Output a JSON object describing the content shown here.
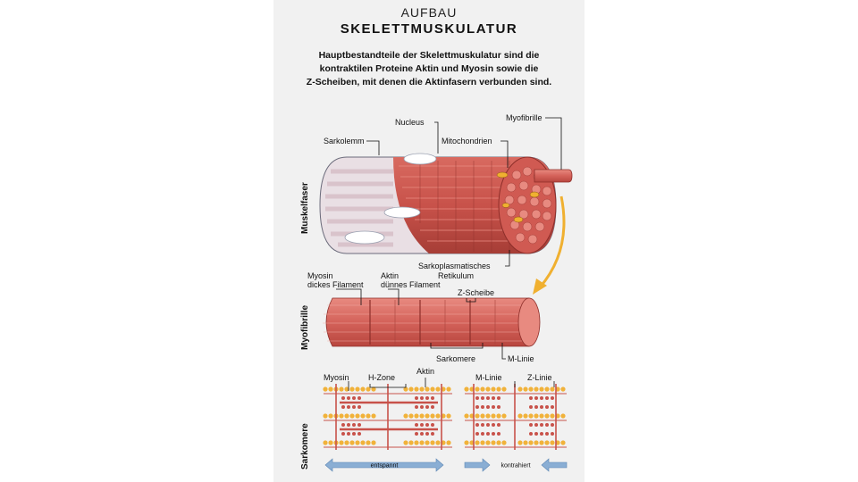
{
  "header": {
    "subtitle": "AUFBAU",
    "title": "SKELETTMUSKULATUR",
    "intro_lines": [
      "Hauptbestandteile der Skelettmuskulatur sind die",
      "kontraktilen Proteine Aktin und Myosin sowie die",
      "Z-Scheiben, mit denen die Aktinfasern verbunden sind."
    ]
  },
  "sections": {
    "muskelfaser": "Muskelfaser",
    "myofibrille": "Myofibrille",
    "sarkomere": "Sarkomere"
  },
  "labels": {
    "sarkolemm": "Sarkolemm",
    "nucleus": "Nucleus",
    "mitochondrien": "Mitochondrien",
    "myofibrille": "Myofibrille",
    "retikulum_1": "Sarkoplasmatisches",
    "retikulum_2": "Retikulum",
    "myosin_1": "Myosin",
    "myosin_2": "dickes Filament",
    "aktin_1": "Aktin",
    "aktin_2": "dünnes Filament",
    "z_scheibe": "Z-Scheibe",
    "sarkomere": "Sarkomere",
    "m_linie": "M-Linie",
    "s_myosin": "Myosin",
    "s_hzone": "H-Zone",
    "s_aktin": "Aktin",
    "s_mlinie": "M-Linie",
    "s_zlinie": "Z-Linie",
    "entspannt": "entspannt",
    "kontrahiert": "kontrahiert"
  },
  "colors": {
    "muscle_red": "#c8524a",
    "muscle_light": "#e8a09a",
    "membrane": "#e9dfe4",
    "arrow_yellow": "#f0b030",
    "actin_orange": "#f1b23a",
    "arrow_blue": "#8aaed4",
    "panel_bg": "#f1f1f1"
  }
}
